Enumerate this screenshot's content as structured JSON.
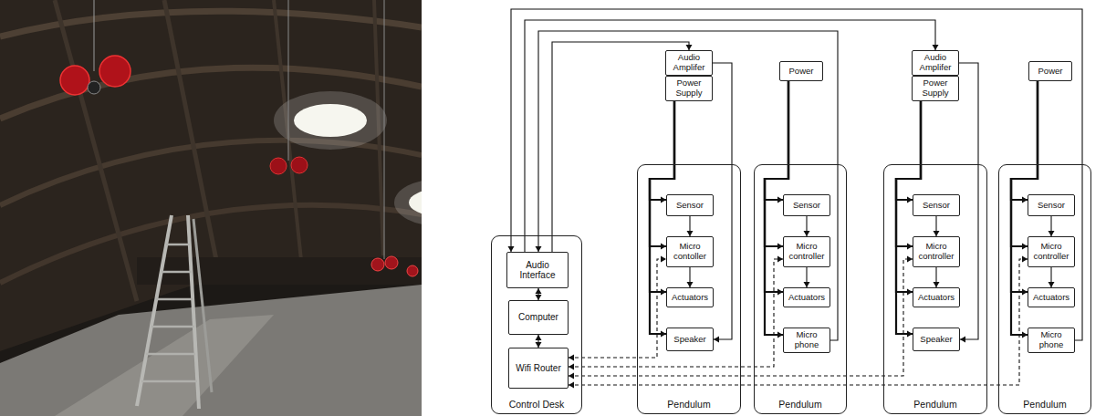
{
  "diagram": {
    "nodes": [
      {
        "text": [
          "Control Desk"
        ]
      },
      {
        "text": [
          "Audio Interface"
        ],
        "in": 0
      },
      {
        "text": [
          "Computer"
        ],
        "in": 0
      },
      {
        "text": [
          "Wifi Router"
        ],
        "in": 0
      },
      {
        "text": [
          "Audio Amplifer"
        ]
      },
      {
        "text": [
          "Power Supply"
        ]
      },
      {
        "text": [
          "Power"
        ]
      },
      {
        "text": [
          "Audio Amplifer"
        ]
      },
      {
        "text": [
          "Power Supply"
        ]
      },
      {
        "text": [
          "Power"
        ]
      },
      {
        "text": [
          "Pendulum"
        ]
      },
      {
        "text": [
          "Sensor"
        ],
        "in": 10
      },
      {
        "text": [
          "Micro contoller"
        ],
        "in": 10
      },
      {
        "text": [
          "Actuators"
        ],
        "in": 10
      },
      {
        "text": [
          "Speaker"
        ],
        "in": 10
      },
      {
        "text": [
          "Pendulum"
        ]
      },
      {
        "text": [
          "Sensor"
        ],
        "in": 15
      },
      {
        "text": [
          "Micro controller"
        ],
        "in": 15
      },
      {
        "text": [
          "Actuators"
        ],
        "in": 15
      },
      {
        "text": [
          "Micro phone"
        ],
        "in": 15
      },
      {
        "text": [
          "Pendulum"
        ]
      },
      {
        "text": [
          "Sensor"
        ],
        "in": 20
      },
      {
        "text": [
          "Micro controller"
        ],
        "in": 20
      },
      {
        "text": [
          "Actuators"
        ],
        "in": 20
      },
      {
        "text": [
          "Speaker"
        ],
        "in": 20
      },
      {
        "text": [
          "Pendulum"
        ]
      },
      {
        "text": [
          "Sensor"
        ],
        "in": 25
      },
      {
        "text": [
          "Micro controller"
        ],
        "in": 25
      },
      {
        "text": [
          "Actuators"
        ],
        "in": 25
      },
      {
        "text": [
          "Micro phone"
        ],
        "in": 25
      }
    ],
    "edges": [
      {
        "from": 1,
        "to": 2,
        "arrow": "both"
      },
      {
        "from": 2,
        "to": 3,
        "arrow": "both"
      },
      {
        "from": 1,
        "to": 4,
        "arrow": "to"
      },
      {
        "from": 1,
        "to": 7,
        "arrow": "to"
      },
      {
        "from": 19,
        "to": 1,
        "arrow": "to"
      },
      {
        "from": 29,
        "to": 1,
        "arrow": "to"
      },
      {
        "from": 4,
        "to": 14,
        "arrow": "to"
      },
      {
        "from": 7,
        "to": 24,
        "arrow": "to"
      },
      {
        "from": 5,
        "to": 11,
        "arrow": "to"
      },
      {
        "from": 5,
        "to": 12,
        "arrow": "to"
      },
      {
        "from": 5,
        "to": 13,
        "arrow": "to"
      },
      {
        "from": 5,
        "to": 14,
        "arrow": "to"
      },
      {
        "from": 6,
        "to": 16,
        "arrow": "to"
      },
      {
        "from": 6,
        "to": 17,
        "arrow": "to"
      },
      {
        "from": 6,
        "to": 18,
        "arrow": "to"
      },
      {
        "from": 6,
        "to": 19,
        "arrow": "to"
      },
      {
        "from": 8,
        "to": 21,
        "arrow": "to"
      },
      {
        "from": 8,
        "to": 22,
        "arrow": "to"
      },
      {
        "from": 8,
        "to": 23,
        "arrow": "to"
      },
      {
        "from": 8,
        "to": 24,
        "arrow": "to"
      },
      {
        "from": 9,
        "to": 26,
        "arrow": "to"
      },
      {
        "from": 9,
        "to": 27,
        "arrow": "to"
      },
      {
        "from": 9,
        "to": 28,
        "arrow": "to"
      },
      {
        "from": 9,
        "to": 29,
        "arrow": "to"
      },
      {
        "from": 11,
        "to": 12,
        "arrow": "to"
      },
      {
        "from": 12,
        "to": 13,
        "arrow": "to"
      },
      {
        "from": 16,
        "to": 17,
        "arrow": "to"
      },
      {
        "from": 17,
        "to": 18,
        "arrow": "to"
      },
      {
        "from": 21,
        "to": 22,
        "arrow": "to"
      },
      {
        "from": 22,
        "to": 23,
        "arrow": "to"
      },
      {
        "from": 26,
        "to": 27,
        "arrow": "to"
      },
      {
        "from": 27,
        "to": 28,
        "arrow": "to"
      },
      {
        "from": 3,
        "to": 12,
        "arrow": "both"
      },
      {
        "from": 3,
        "to": 17,
        "arrow": "both"
      },
      {
        "from": 3,
        "to": 22,
        "arrow": "both"
      },
      {
        "from": 3,
        "to": 27,
        "arrow": "both"
      }
    ]
  }
}
